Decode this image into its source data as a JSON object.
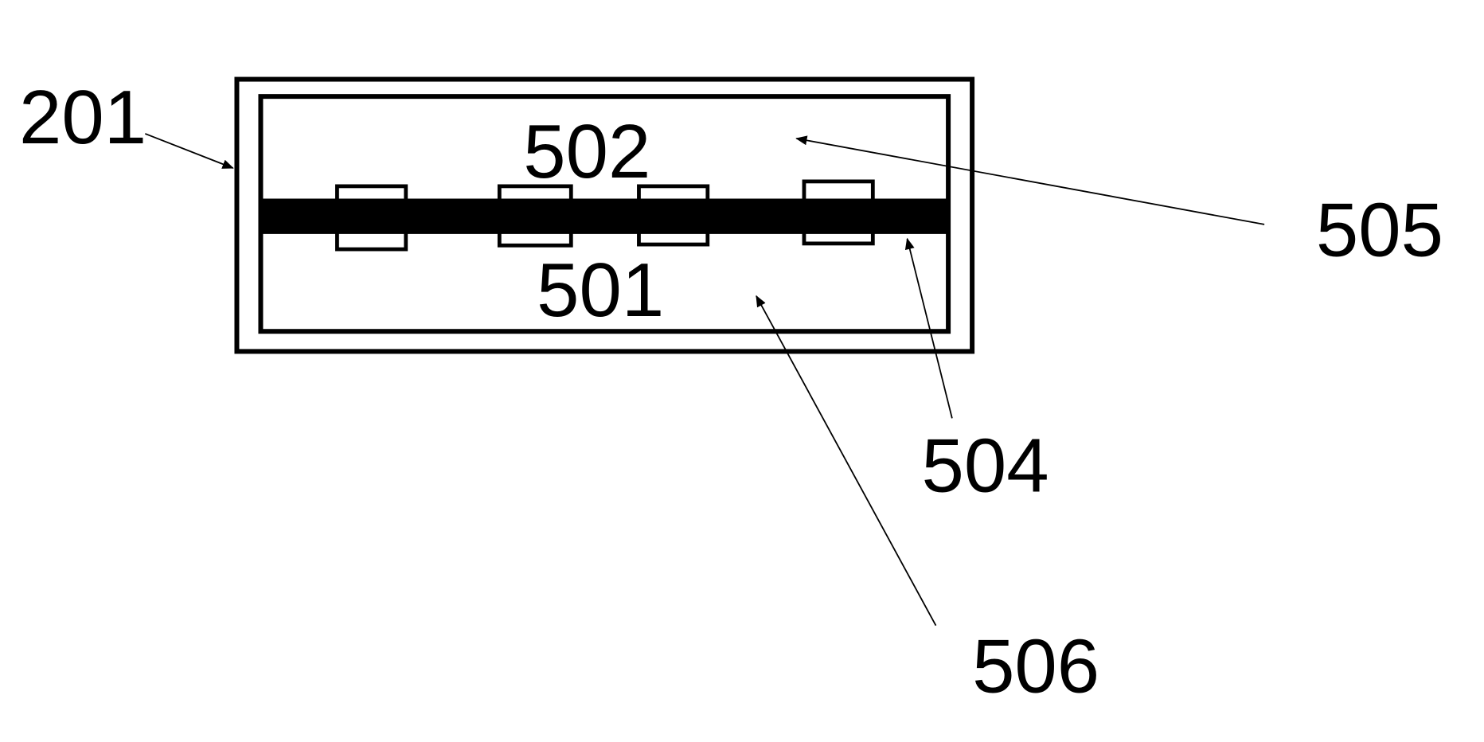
{
  "labels": {
    "ref_201": "201",
    "ref_502": "502",
    "ref_501": "501",
    "ref_505": "505",
    "ref_504": "504",
    "ref_506": "506"
  },
  "colors": {
    "ink": "#000000",
    "background": "#ffffff"
  }
}
